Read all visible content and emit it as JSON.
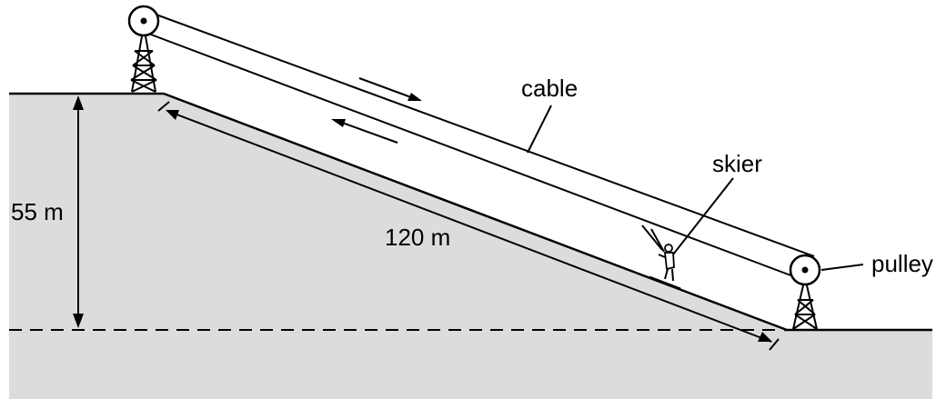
{
  "labels": {
    "cable": "cable",
    "skier": "skier",
    "pulley": "pulley",
    "height": "55 m",
    "length": "120 m"
  },
  "colors": {
    "ground": "#dcdcdc",
    "line": "#000000",
    "background": "#ffffff"
  },
  "icons": [
    "pulley-wheel-icon",
    "pylon-tower-icon",
    "skier-figure-icon",
    "arrow-icon"
  ]
}
